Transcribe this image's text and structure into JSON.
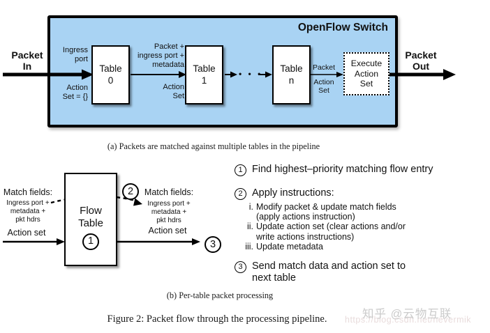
{
  "figure": {
    "caption": "Figure 2: Packet flow through the processing pipeline."
  },
  "watermark": {
    "zhihu": "知乎 @云物互联",
    "csdn_url": "https://blog.csdn.net/nevermik"
  },
  "diagram_a": {
    "caption": "(a) Packets are matched against multiple tables in the pipeline",
    "switch_title": "OpenFlow Switch",
    "packet_in": [
      "Packet",
      "In"
    ],
    "packet_out": [
      "Packet",
      "Out"
    ],
    "ingress_port": [
      "Ingress",
      "port"
    ],
    "action_set_initial": [
      "Action",
      "Set = {}"
    ],
    "packet_meta": [
      "Packet +",
      "ingress port +",
      "metadata"
    ],
    "action_set_mid": [
      "Action",
      "Set"
    ],
    "packet_n": "Packet",
    "action_set_n": [
      "Action",
      "Set"
    ],
    "ellipsis": "• • •",
    "tables": [
      {
        "name": "Table",
        "index": "0"
      },
      {
        "name": "Table",
        "index": "1"
      },
      {
        "name": "Table",
        "index": "n"
      }
    ],
    "execute_box": [
      "Execute",
      "Action",
      "Set"
    ]
  },
  "diagram_b": {
    "caption": "(b) Per-table packet processing",
    "left": {
      "match_fields": "Match fields:",
      "detail": [
        "Ingress port +",
        "metadata +",
        "pkt hdrs"
      ],
      "action_set": "Action set"
    },
    "flow_table": {
      "name": [
        "Flow",
        "Table"
      ],
      "step_num": "1"
    },
    "right": {
      "match_fields": "Match fields:",
      "detail": [
        "Ingress port +",
        "metadata +",
        "pkt hdrs"
      ],
      "action_set": "Action set"
    },
    "step2_num": "2",
    "step3_num": "3"
  },
  "steps": {
    "step1": {
      "num": "1",
      "text": "Find highest–priority matching flow entry"
    },
    "step2": {
      "num": "2",
      "heading": "Apply instructions:",
      "sub": [
        {
          "marker": "i.",
          "lines": [
            "Modify packet & update match fields",
            "(apply actions instruction)"
          ]
        },
        {
          "marker": "ii.",
          "lines": [
            "Update action set (clear actions and/or",
            "write actions instructions)"
          ]
        },
        {
          "marker": "iii.",
          "lines": [
            "Update metadata"
          ]
        }
      ]
    },
    "step3": {
      "num": "3",
      "lines": [
        "Send match data and action set to",
        "next table"
      ]
    }
  }
}
